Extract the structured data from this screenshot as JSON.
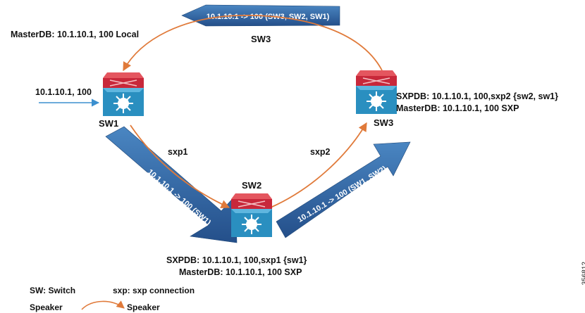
{
  "arrow_labels": {
    "top": "10.1.10.1 -> 100 (SW3, SW2, SW1)",
    "left": "10.1.10.1 -> 100 (SW1)",
    "right": "10.1.10.1 -> 100 (SW1, SW2)"
  },
  "switches": {
    "sw1": "SW1",
    "sw2": "SW2",
    "sw3": "SW3",
    "sw3_top": "SW3"
  },
  "labels": {
    "masterdb_sw1": "MasterDB: 10.1.10.1, 100 Local",
    "ingress": "10.1.10.1, 100",
    "sxp1": "sxp1",
    "sxp2": "sxp2",
    "sxpdb_sw3": "SXPDB: 10.1.10.1, 100,sxp2 {sw2, sw1}",
    "masterdb_sw3": "MasterDB: 10.1.10.1, 100 SXP",
    "sxpdb_sw2": "SXPDB: 10.1.10.1, 100,sxp1 {sw1}",
    "masterdb_sw2": "MasterDB: 10.1.10.1, 100 SXP"
  },
  "legend": {
    "sw": "SW: Switch",
    "sxp": "sxp: sxp connection",
    "speaker_left": "Speaker",
    "speaker_right": "Speaker"
  },
  "figure_id": "356812",
  "colors": {
    "switch_top": "#c8283a",
    "switch_body": "#2a8fc0",
    "big_arrow": "#2d67a8",
    "connection": "#e07a3a",
    "ingress_arrow": "#3b8fcf"
  }
}
